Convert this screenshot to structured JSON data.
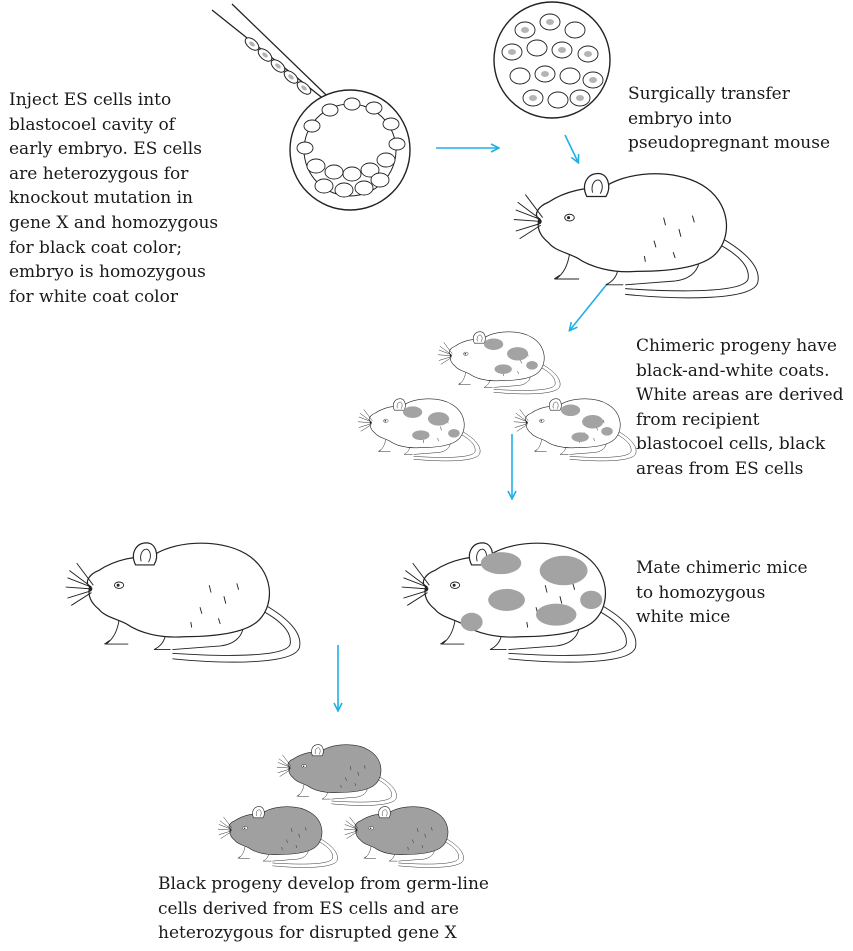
{
  "steps": [
    {
      "id": "inject",
      "lines": [
        "Inject ES cells into",
        "blastocoel cavity of",
        "early embryo. ES cells",
        "are heterozygous for",
        "knockout mutation in",
        "gene X and homozygous",
        "for black coat color;",
        "embryo is homozygous",
        "for white coat color"
      ]
    },
    {
      "id": "transfer",
      "lines": [
        "Surgically transfer",
        "embryo into",
        "pseudopregnant mouse"
      ]
    },
    {
      "id": "chimeric",
      "lines": [
        "Chimeric progeny have",
        "black-and-white coats.",
        "White areas are derived",
        "from recipient",
        "blastocoel cells, black",
        "areas from ES cells"
      ]
    },
    {
      "id": "mate",
      "lines": [
        "Mate chimeric mice",
        "to homozygous",
        "white mice"
      ]
    },
    {
      "id": "black-progeny",
      "lines": [
        "Black progeny develop from germ-line",
        "cells derived from ES cells and are",
        "heterozygous for disrupted gene X"
      ]
    }
  ],
  "colors": {
    "arrow": "#1fb0e6",
    "outline": "#222222",
    "mouse_white": "#ffffff",
    "mouse_black": "#a0a0a0",
    "patch": "#a3a3a3",
    "cell_nucleus": "#b4b4b4"
  }
}
